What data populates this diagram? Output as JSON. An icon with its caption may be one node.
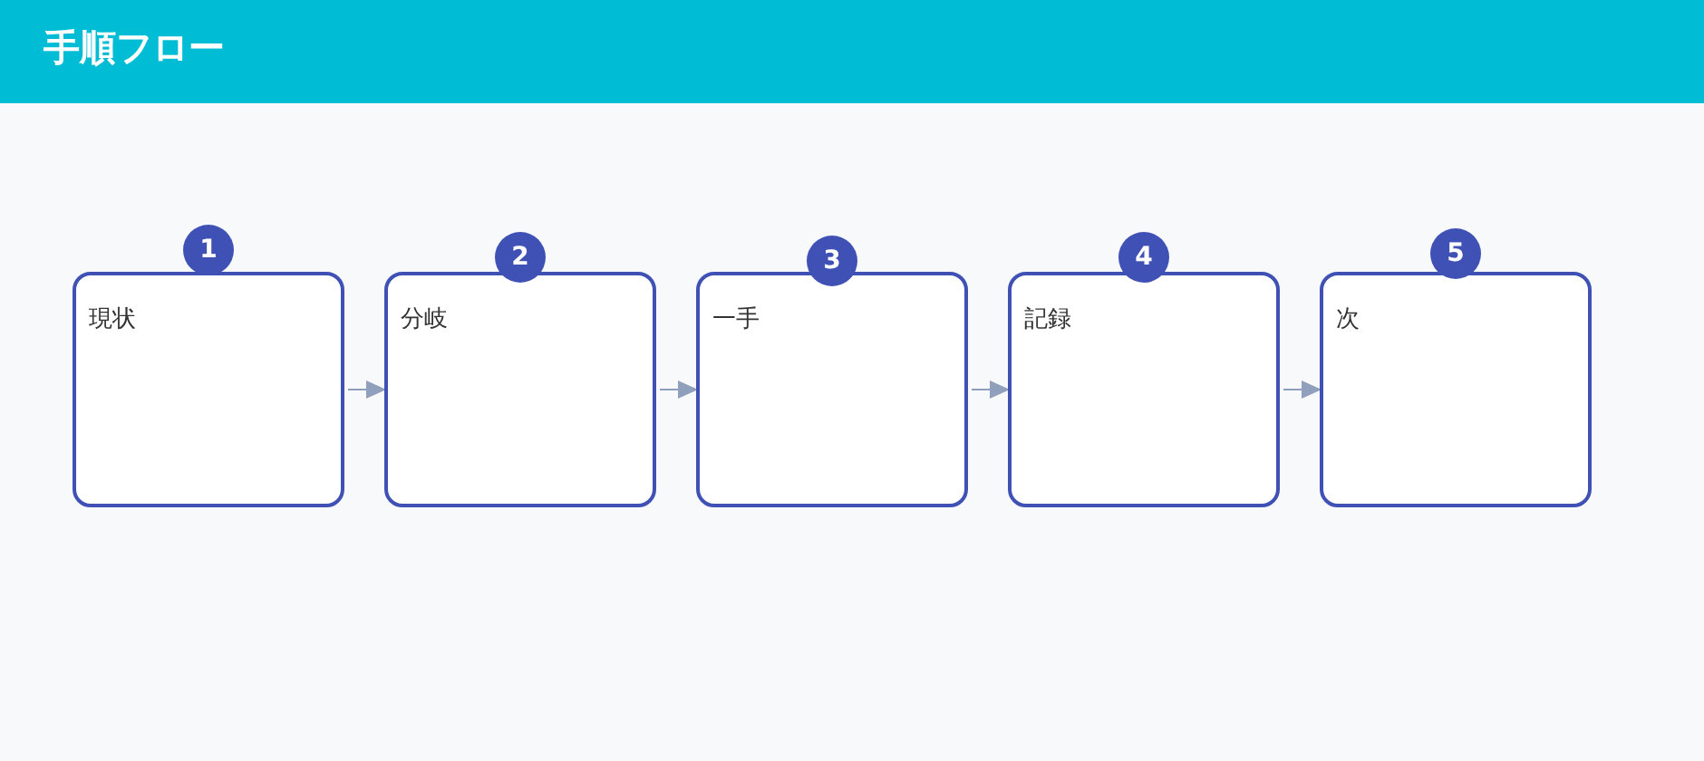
{
  "diagram": {
    "title": "手順フロー",
    "nodes": [
      {
        "text": [
          "1",
          "現状"
        ]
      },
      {
        "text": [
          "2",
          "分岐"
        ]
      },
      {
        "text": [
          "3",
          "一手"
        ]
      },
      {
        "text": [
          "4",
          "記録"
        ]
      },
      {
        "text": [
          "5",
          "次"
        ]
      }
    ],
    "edges": [
      {
        "from": 0,
        "to": 1,
        "arrow": "to"
      },
      {
        "from": 1,
        "to": 2,
        "arrow": "to"
      },
      {
        "from": 2,
        "to": 3,
        "arrow": "to"
      },
      {
        "from": 3,
        "to": 4,
        "arrow": "to"
      }
    ]
  }
}
